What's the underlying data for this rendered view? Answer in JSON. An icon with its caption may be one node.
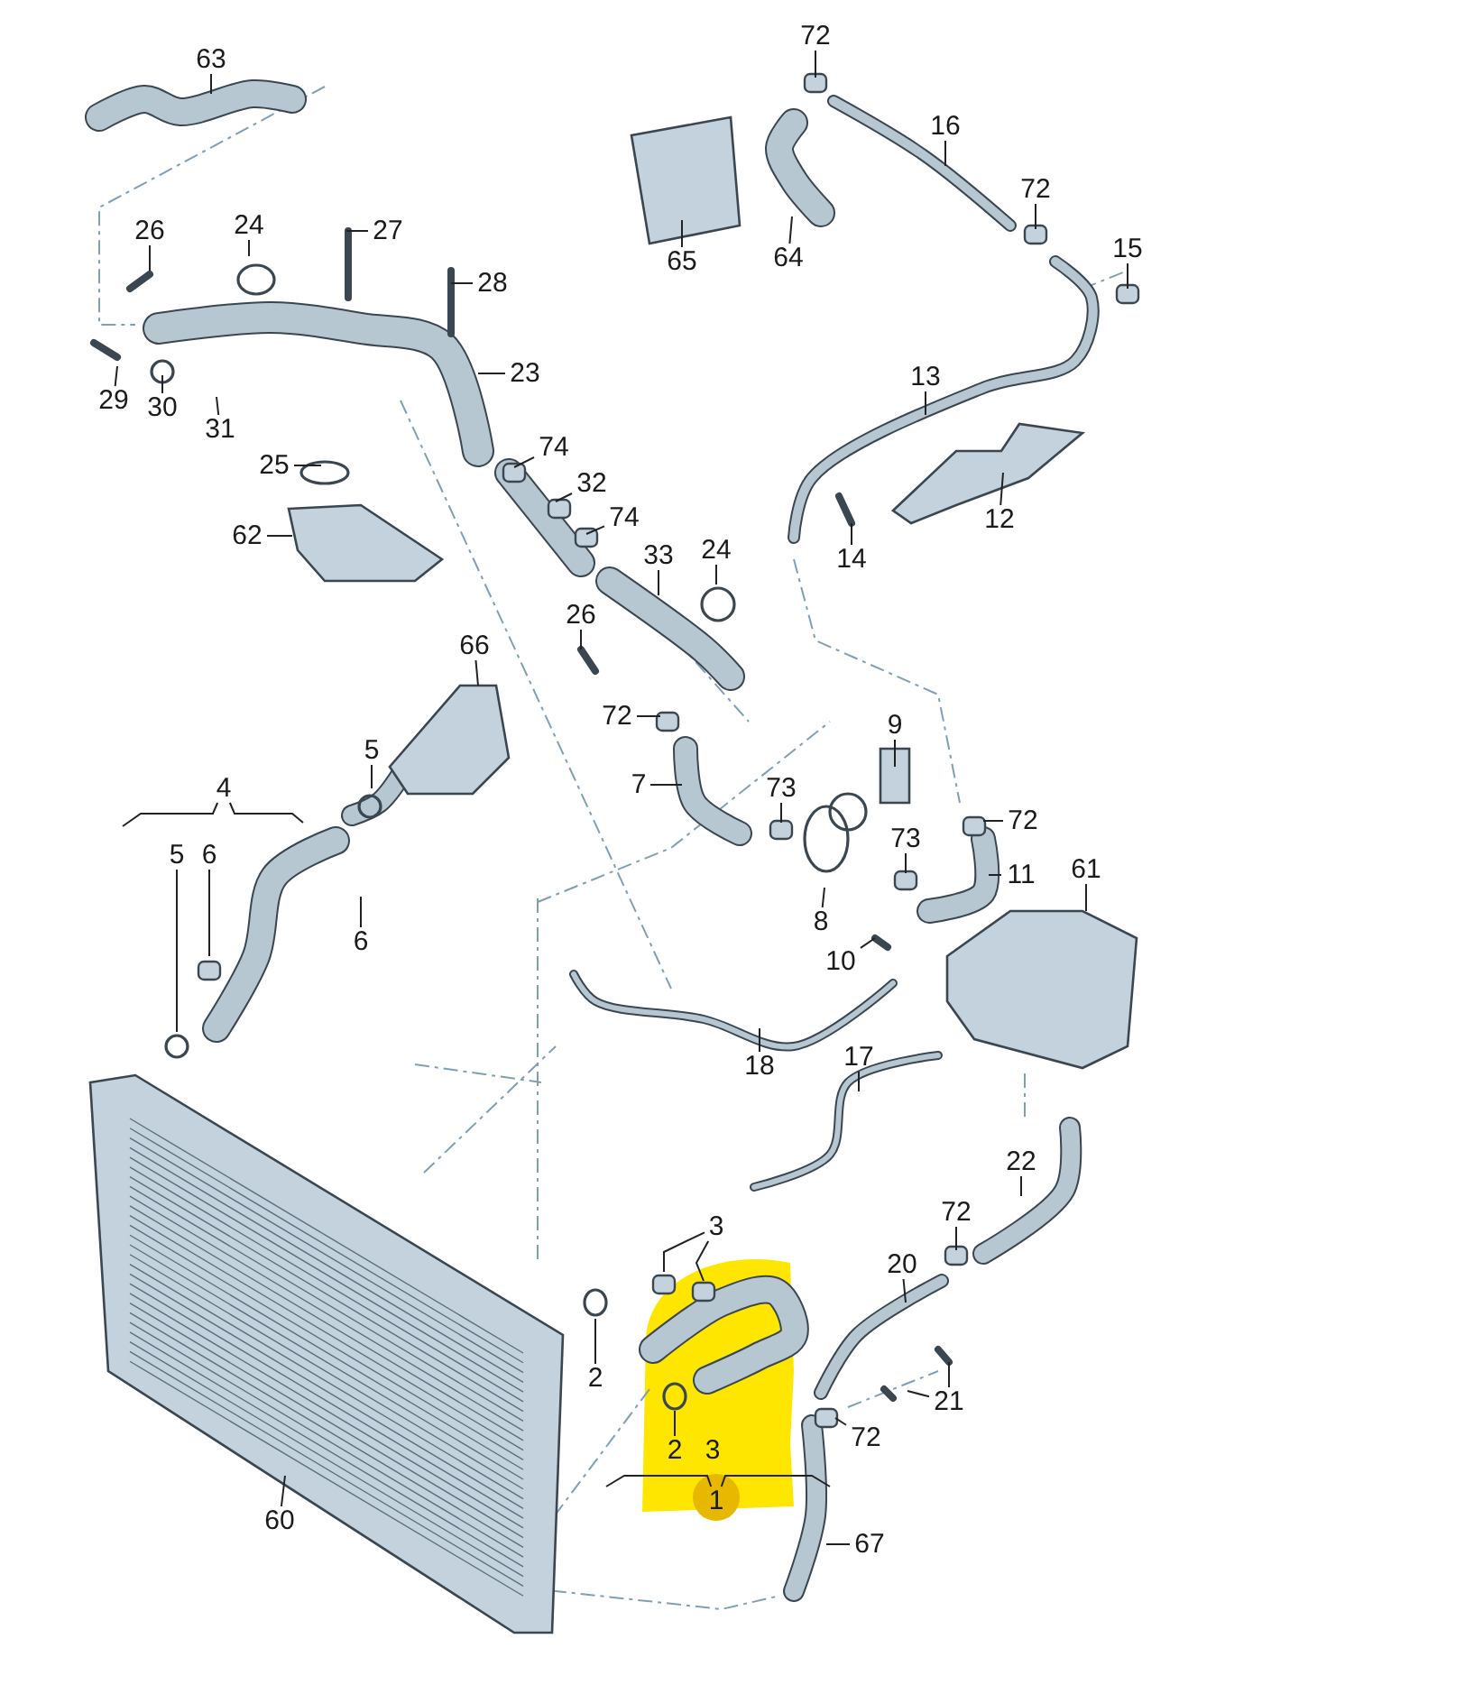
{
  "diagram": {
    "nodes": [
      {
        "text": [
          "63"
        ]
      },
      {
        "text": [
          "72"
        ]
      },
      {
        "text": [
          "16"
        ]
      },
      {
        "text": [
          "72"
        ]
      },
      {
        "text": [
          "15"
        ]
      },
      {
        "text": [
          "26"
        ]
      },
      {
        "text": [
          "24"
        ]
      },
      {
        "text": [
          "27"
        ]
      },
      {
        "text": [
          "28"
        ]
      },
      {
        "text": [
          "65"
        ]
      },
      {
        "text": [
          "64"
        ]
      },
      {
        "text": [
          "13"
        ]
      },
      {
        "text": [
          "23"
        ]
      },
      {
        "text": [
          "29"
        ]
      },
      {
        "text": [
          "30"
        ]
      },
      {
        "text": [
          "31"
        ]
      },
      {
        "text": [
          "12"
        ]
      },
      {
        "text": [
          "14"
        ]
      },
      {
        "text": [
          "25"
        ]
      },
      {
        "text": [
          "74"
        ]
      },
      {
        "text": [
          "32"
        ]
      },
      {
        "text": [
          "62"
        ]
      },
      {
        "text": [
          "74"
        ]
      },
      {
        "text": [
          "33"
        ]
      },
      {
        "text": [
          "24"
        ]
      },
      {
        "text": [
          "26"
        ]
      },
      {
        "text": [
          "66"
        ]
      },
      {
        "text": [
          "72"
        ]
      },
      {
        "text": [
          "9"
        ]
      },
      {
        "text": [
          "5"
        ]
      },
      {
        "text": [
          "7"
        ]
      },
      {
        "text": [
          "73"
        ]
      },
      {
        "text": [
          "72"
        ]
      },
      {
        "text": [
          "4"
        ]
      },
      {
        "text": [
          "5"
        ]
      },
      {
        "text": [
          "6"
        ]
      },
      {
        "text": [
          "73"
        ]
      },
      {
        "text": [
          "8"
        ]
      },
      {
        "text": [
          "11"
        ]
      },
      {
        "text": [
          "61"
        ]
      },
      {
        "text": [
          "6"
        ]
      },
      {
        "text": [
          "10"
        ]
      },
      {
        "text": [
          "18"
        ]
      },
      {
        "text": [
          "17"
        ]
      },
      {
        "text": [
          "22"
        ]
      },
      {
        "text": [
          "72"
        ]
      },
      {
        "text": [
          "3"
        ]
      },
      {
        "text": [
          "20"
        ]
      },
      {
        "text": [
          "2"
        ]
      },
      {
        "text": [
          "21"
        ]
      },
      {
        "text": [
          "72"
        ]
      },
      {
        "text": [
          "2"
        ]
      },
      {
        "text": [
          "1"
        ]
      },
      {
        "text": [
          "60"
        ]
      },
      {
        "text": [
          "67"
        ]
      }
    ],
    "edges": [
      {
        "from": 0,
        "to": null,
        "arrow": "none"
      },
      {
        "from": 1,
        "to": null,
        "arrow": "none"
      },
      {
        "from": 2,
        "to": null,
        "arrow": "none"
      },
      {
        "from": 3,
        "to": null,
        "arrow": "none"
      },
      {
        "from": 4,
        "to": null,
        "arrow": "none"
      },
      {
        "from": 5,
        "to": null,
        "arrow": "none"
      },
      {
        "from": 6,
        "to": null,
        "arrow": "none"
      },
      {
        "from": 7,
        "to": null,
        "arrow": "none"
      },
      {
        "from": 8,
        "to": null,
        "arrow": "none"
      },
      {
        "from": 9,
        "to": null,
        "arrow": "none"
      },
      {
        "from": 10,
        "to": null,
        "arrow": "none"
      },
      {
        "from": 11,
        "to": null,
        "arrow": "none"
      },
      {
        "from": 12,
        "to": null,
        "arrow": "none"
      },
      {
        "from": 13,
        "to": null,
        "arrow": "none"
      },
      {
        "from": 14,
        "to": null,
        "arrow": "none"
      },
      {
        "from": 15,
        "to": null,
        "arrow": "none"
      },
      {
        "from": 16,
        "to": null,
        "arrow": "none"
      },
      {
        "from": 17,
        "to": null,
        "arrow": "none"
      },
      {
        "from": 18,
        "to": null,
        "arrow": "none"
      },
      {
        "from": 19,
        "to": null,
        "arrow": "none"
      },
      {
        "from": 20,
        "to": null,
        "arrow": "none"
      },
      {
        "from": 21,
        "to": null,
        "arrow": "none"
      },
      {
        "from": 22,
        "to": null,
        "arrow": "none"
      },
      {
        "from": 23,
        "to": null,
        "arrow": "none"
      },
      {
        "from": 24,
        "to": null,
        "arrow": "none"
      },
      {
        "from": 25,
        "to": null,
        "arrow": "none"
      },
      {
        "from": 26,
        "to": null,
        "arrow": "none"
      },
      {
        "from": 27,
        "to": null,
        "arrow": "none"
      },
      {
        "from": 28,
        "to": null,
        "arrow": "none"
      },
      {
        "from": 29,
        "to": null,
        "arrow": "none"
      },
      {
        "from": 30,
        "to": null,
        "arrow": "none"
      },
      {
        "from": 31,
        "to": null,
        "arrow": "none"
      },
      {
        "from": 32,
        "to": null,
        "arrow": "none"
      },
      {
        "from": 33,
        "to": null,
        "arrow": "none"
      },
      {
        "from": 34,
        "to": null,
        "arrow": "none"
      },
      {
        "from": 35,
        "to": null,
        "arrow": "none"
      },
      {
        "from": 36,
        "to": null,
        "arrow": "none"
      },
      {
        "from": 37,
        "to": null,
        "arrow": "none"
      },
      {
        "from": 38,
        "to": null,
        "arrow": "none"
      },
      {
        "from": 39,
        "to": null,
        "arrow": "none"
      },
      {
        "from": 40,
        "to": null,
        "arrow": "none"
      },
      {
        "from": 41,
        "to": null,
        "arrow": "none"
      },
      {
        "from": 42,
        "to": null,
        "arrow": "none"
      },
      {
        "from": 43,
        "to": null,
        "arrow": "none"
      },
      {
        "from": 44,
        "to": null,
        "arrow": "none"
      },
      {
        "from": 45,
        "to": null,
        "arrow": "none"
      },
      {
        "from": 46,
        "to": null,
        "arrow": "none"
      },
      {
        "from": 47,
        "to": null,
        "arrow": "none"
      },
      {
        "from": 48,
        "to": null,
        "arrow": "none"
      },
      {
        "from": 49,
        "to": null,
        "arrow": "none"
      },
      {
        "from": 49,
        "to": null,
        "arrow": "none"
      },
      {
        "from": 50,
        "to": null,
        "arrow": "none"
      },
      {
        "from": 51,
        "to": null,
        "arrow": "none"
      },
      {
        "from": 52,
        "to": null,
        "arrow": "none"
      },
      {
        "from": 53,
        "to": null,
        "arrow": "none"
      },
      {
        "from": 54,
        "to": null,
        "arrow": "none"
      }
    ],
    "labels": [
      "3"
    ]
  }
}
